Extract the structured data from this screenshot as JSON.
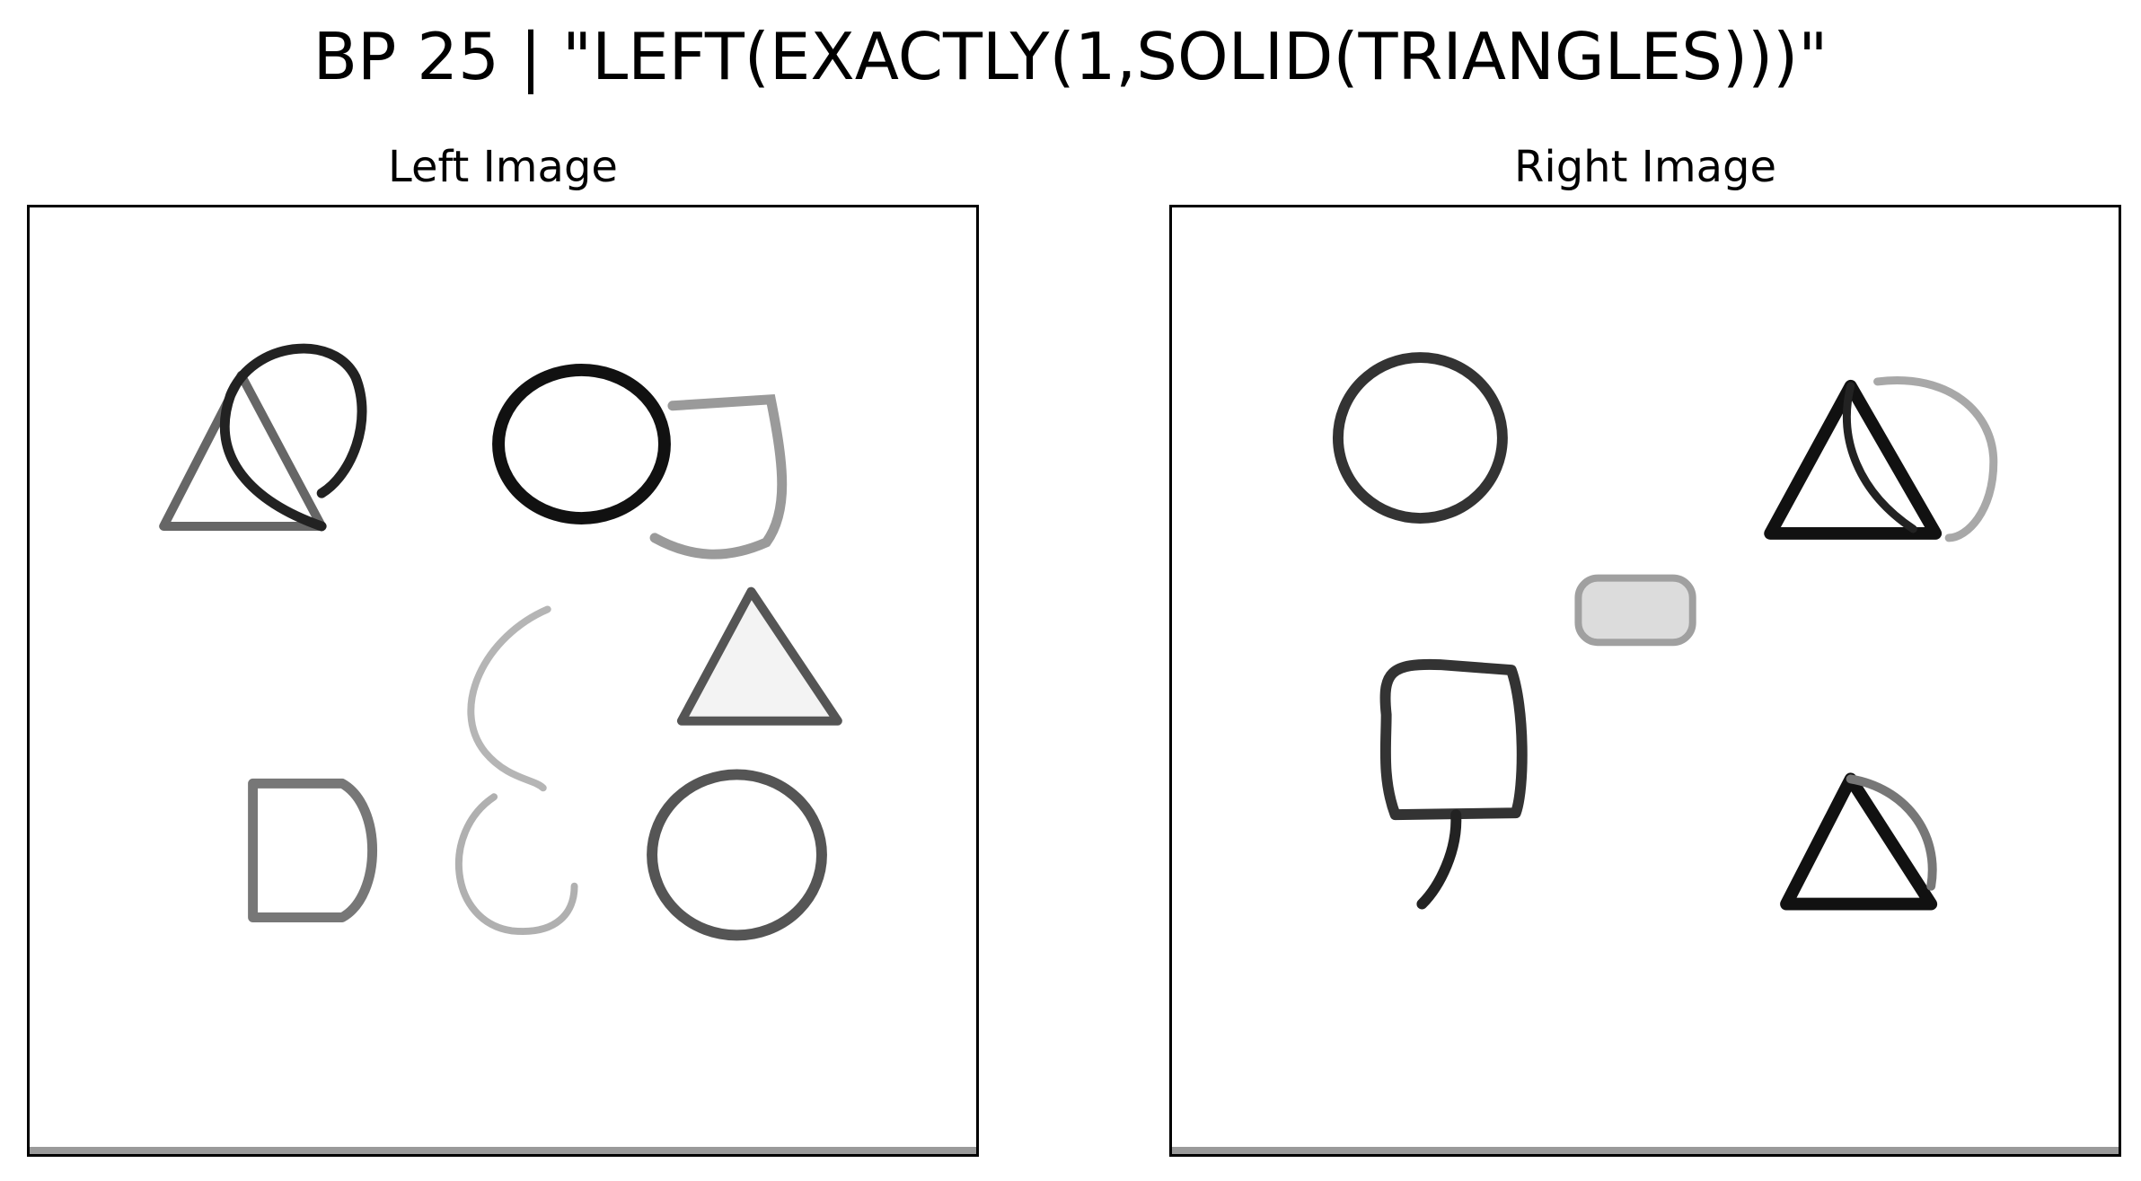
{
  "figure": {
    "title": "BP 25 | \"LEFT(EXACTLY(1,SOLID(TRIANGLES)))\""
  },
  "panels": {
    "left": {
      "subtitle": "Left Image",
      "shapes": [
        "triangle",
        "circle",
        "circle",
        "square",
        "triangle",
        "circle",
        "square",
        "circle"
      ]
    },
    "right": {
      "subtitle": "Right Image",
      "shapes": [
        "circle",
        "triangle",
        "circle",
        "square",
        "square",
        "triangle",
        "circle"
      ]
    }
  },
  "colors": {
    "stroke_dark": "#111111",
    "stroke_mid": "#444444",
    "stroke_light": "#9a9a9a",
    "fill_light": "#dcdcdc",
    "frame": "#000000"
  }
}
